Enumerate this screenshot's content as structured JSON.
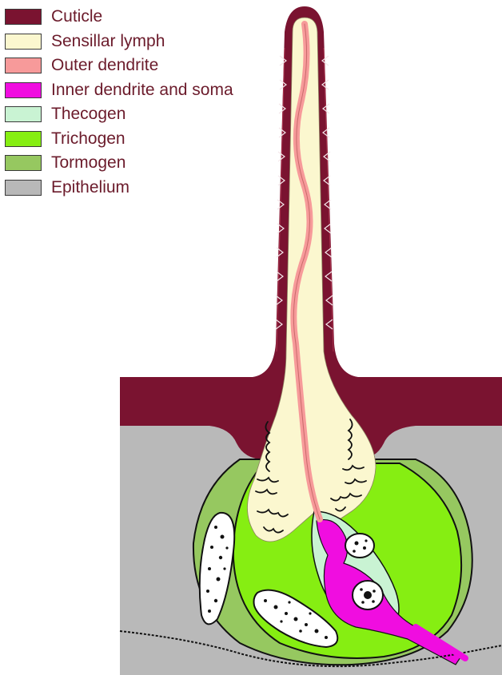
{
  "legend": [
    {
      "label": "Cuticle",
      "color": "#7a1330"
    },
    {
      "label": "Sensillar lymph",
      "color": "#fbf7cf"
    },
    {
      "label": "Outer dendrite",
      "color": "#f79a9a"
    },
    {
      "label": "Inner dendrite and soma",
      "color": "#f00de0"
    },
    {
      "label": "Thecogen",
      "color": "#c9f3d3"
    },
    {
      "label": "Trichogen",
      "color": "#86ee12"
    },
    {
      "label": "Tormogen",
      "color": "#96c860"
    },
    {
      "label": "Epithelium",
      "color": "#b8b8b8"
    }
  ]
}
